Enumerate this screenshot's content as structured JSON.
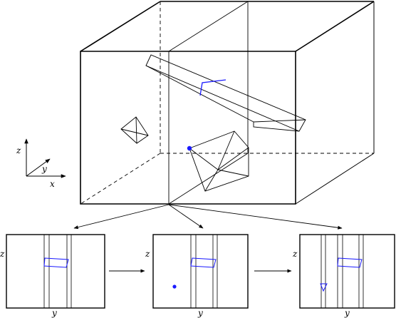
{
  "axes_triad": {
    "x": "x",
    "y": "y",
    "z": "z"
  },
  "panels": [
    {
      "xlabel": "y",
      "ylabel": "z"
    },
    {
      "xlabel": "y",
      "ylabel": "z"
    },
    {
      "xlabel": "y",
      "ylabel": "z"
    }
  ],
  "colors": {
    "line": "#000000",
    "highlight": "#1a1aff"
  }
}
